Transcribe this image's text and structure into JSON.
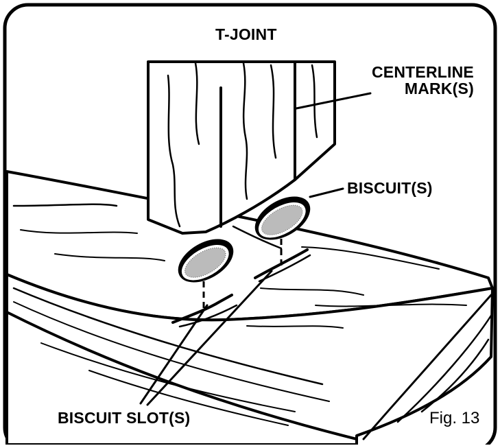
{
  "title": "T-JOINT",
  "labels": {
    "centerline": [
      "CENTERLINE",
      "MARK(S)"
    ],
    "biscuits": "BISCUIT(S)",
    "slots": "BISCUIT SLOT(S)"
  },
  "figure_caption": "Fig. 13",
  "colors": {
    "ink": "#000000",
    "paper": "#ffffff"
  }
}
